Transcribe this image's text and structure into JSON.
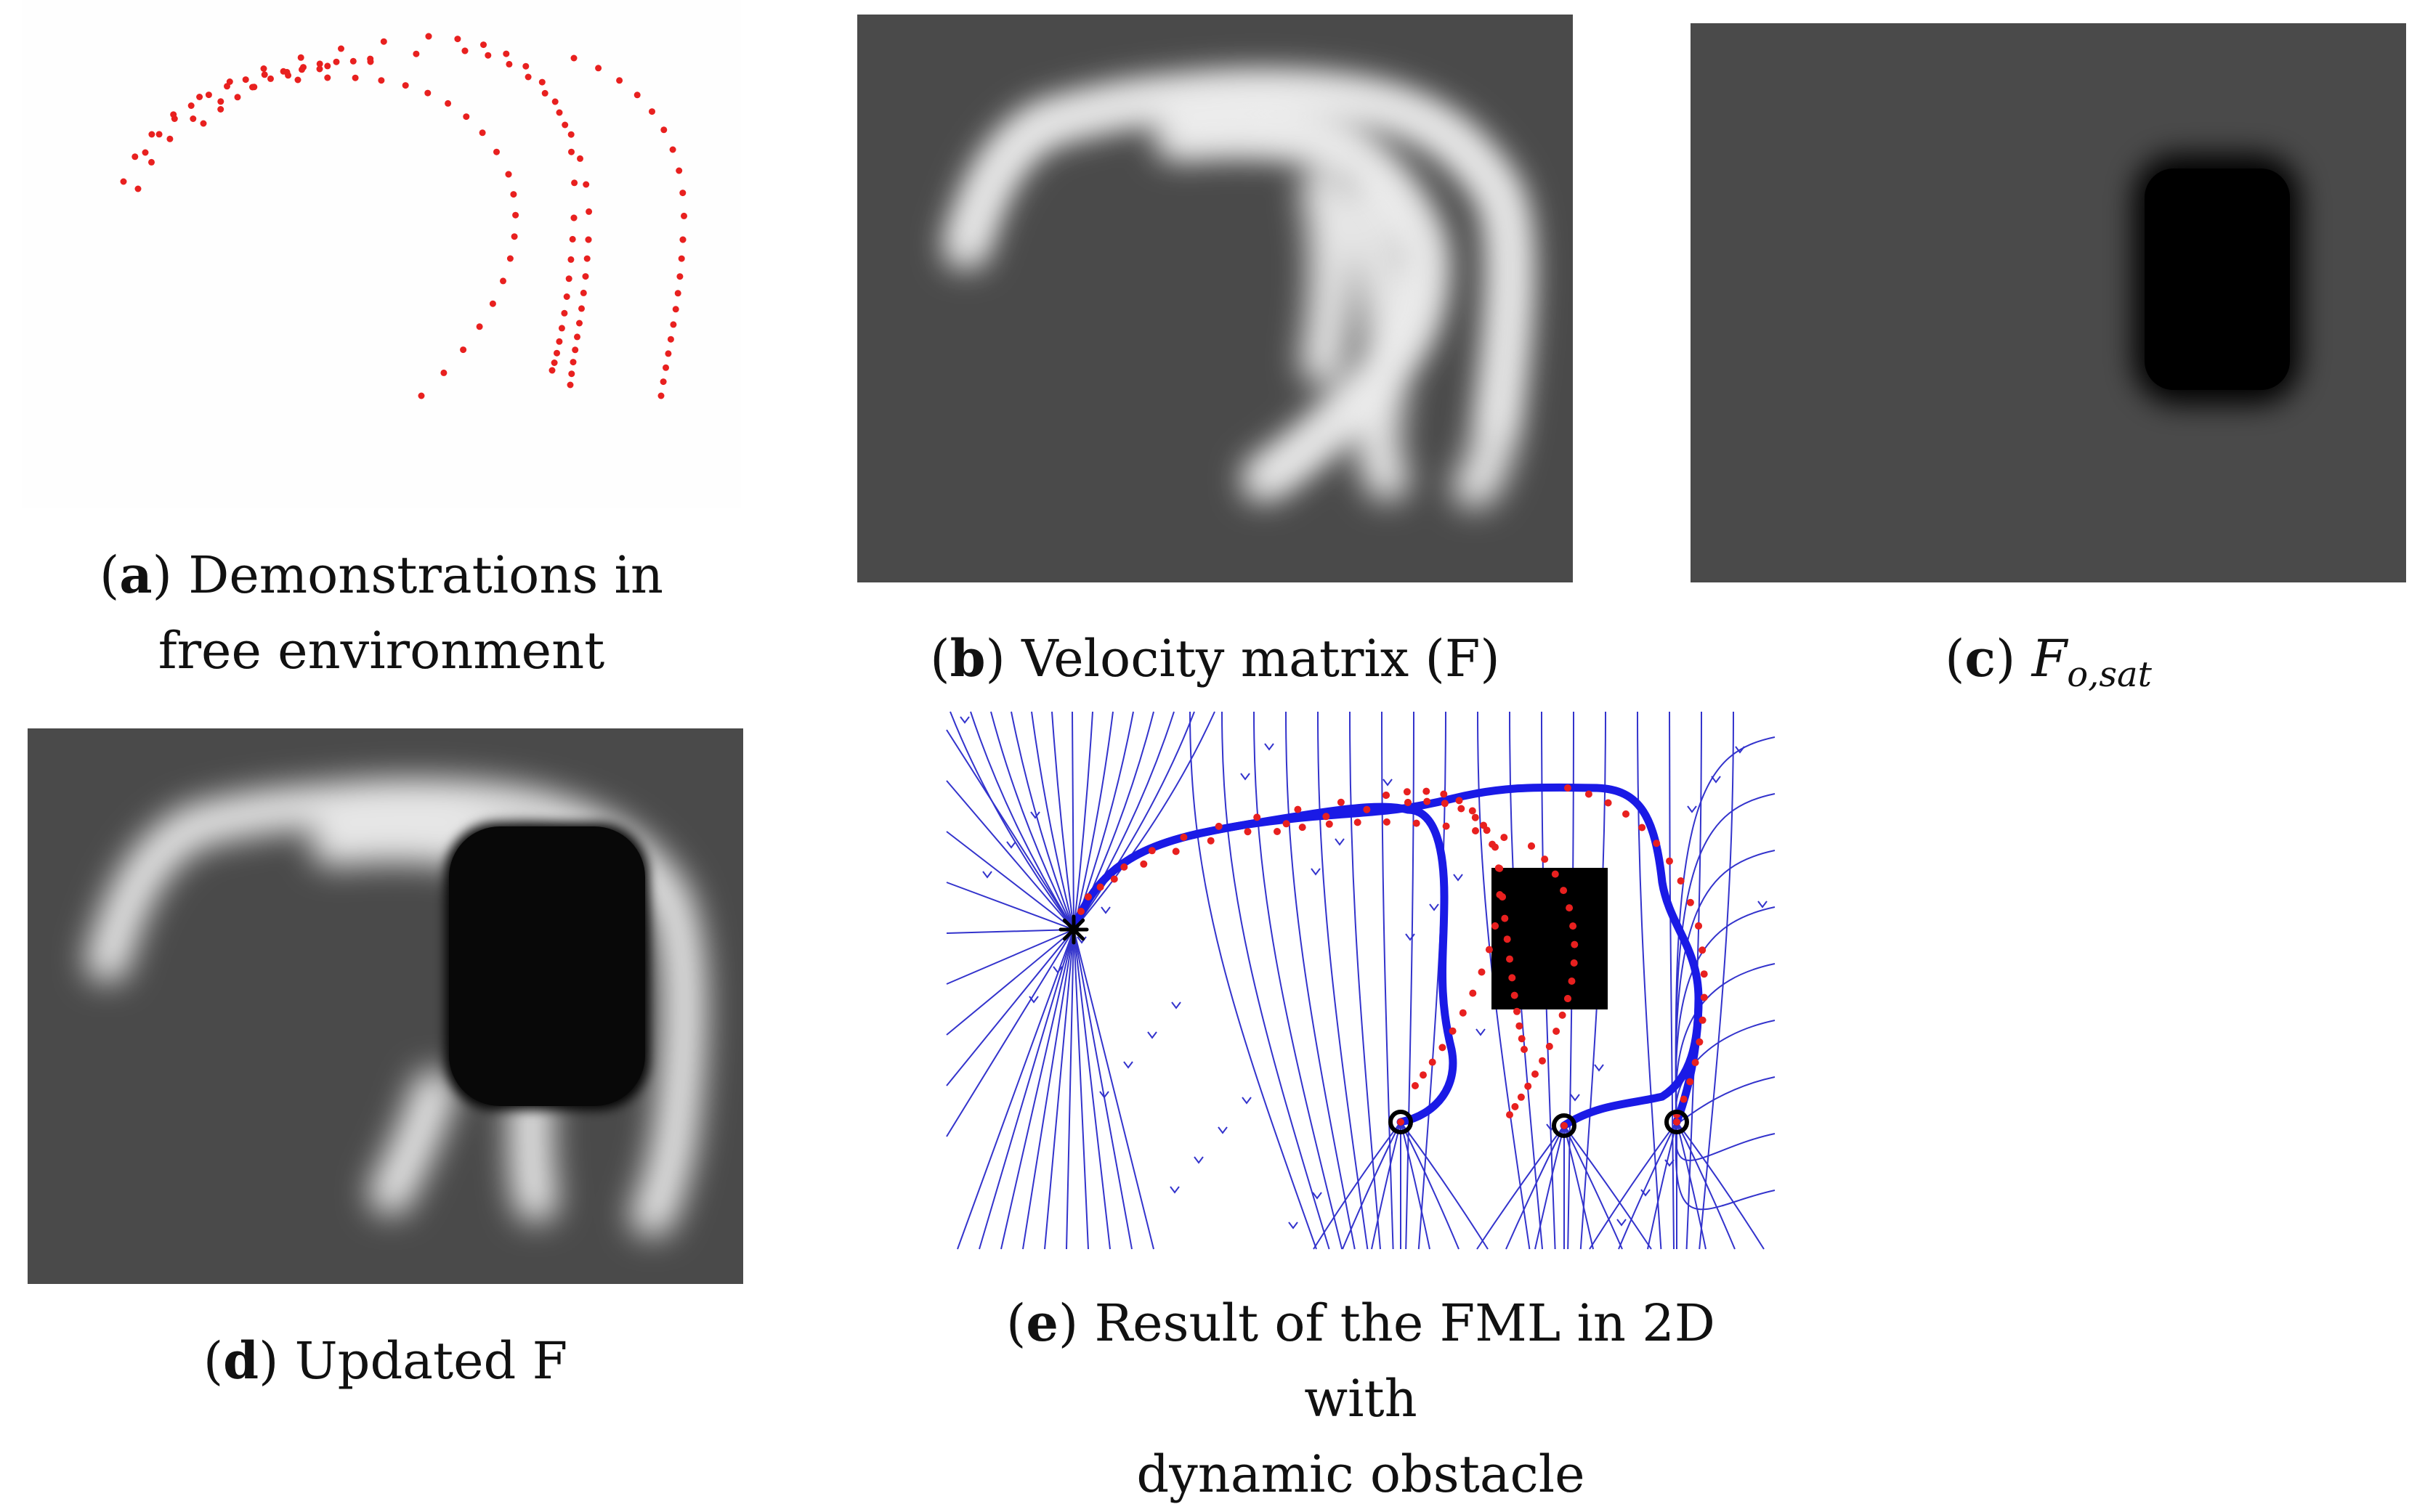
{
  "figure": {
    "panels": [
      {
        "id": "a",
        "letter": "a",
        "caption_line1": ") Demonstrations in",
        "caption_line2": "free environment"
      },
      {
        "id": "b",
        "letter": "b",
        "caption_line1": ") Velocity matrix (F)"
      },
      {
        "id": "c",
        "letter": "c",
        "caption_symbol": "F",
        "caption_subscript": "o,sat"
      },
      {
        "id": "d",
        "letter": "d",
        "caption_line1": ") Updated F"
      },
      {
        "id": "e",
        "letter": "e",
        "caption_line1": ") Result of the FML in 2D with",
        "caption_line2": "dynamic obstacle"
      }
    ]
  },
  "colors": {
    "demo_points": "#e8201f",
    "field_background": "#4a4a4a",
    "path": "#1a1ae6",
    "streamlines": "#3333cc",
    "obstacle": "#000000"
  },
  "icons": {
    "start_marker": "asterisk-icon",
    "goal_marker": "ringed-dot-icon"
  }
}
